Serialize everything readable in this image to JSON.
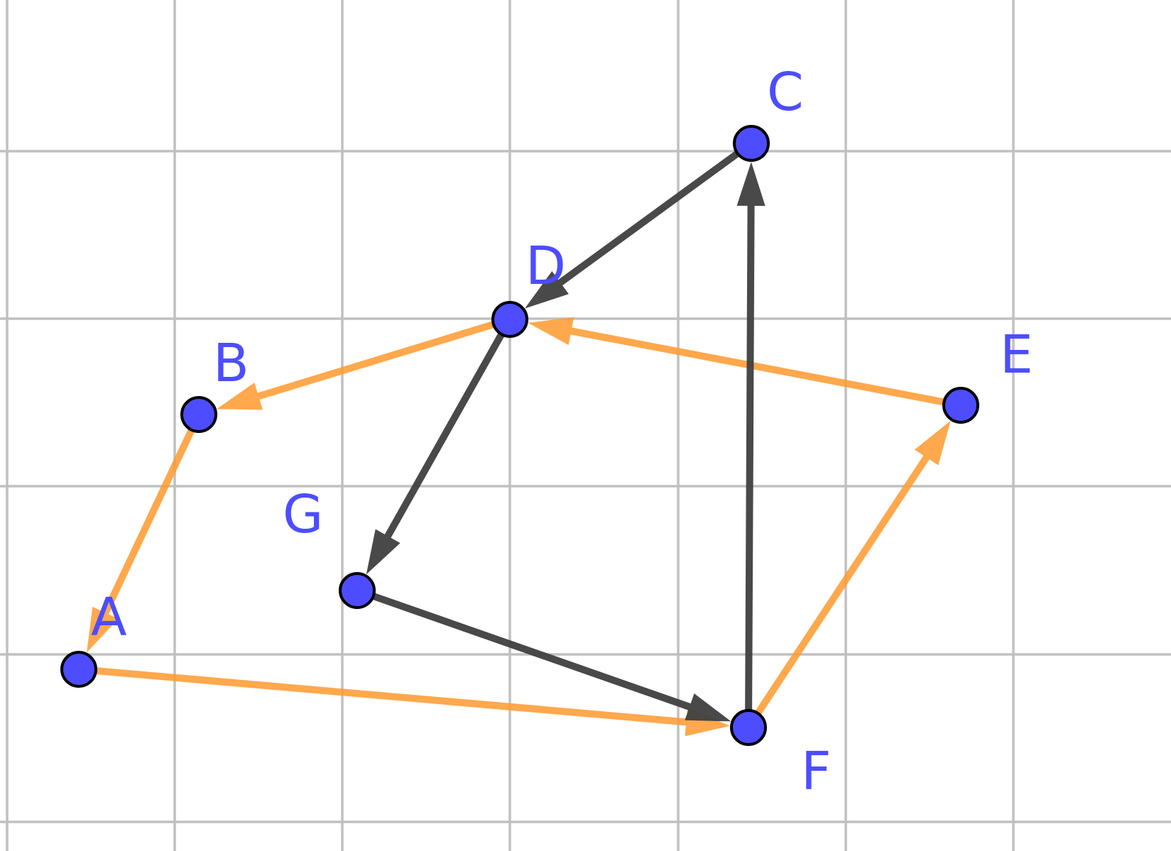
{
  "colors": {
    "point_fill": "#4d4dff",
    "label": "#4d4dff",
    "edge_orange": "#ff9a2e",
    "edge_dark": "#404040",
    "grid": "#c0c0c0",
    "background": "#ffffff"
  },
  "diagram": {
    "type": "directed-graph",
    "grid": true,
    "nodes": [
      {
        "id": "A",
        "label": "A"
      },
      {
        "id": "B",
        "label": "B"
      },
      {
        "id": "C",
        "label": "C"
      },
      {
        "id": "D",
        "label": "D"
      },
      {
        "id": "E",
        "label": "E"
      },
      {
        "id": "F",
        "label": "F"
      },
      {
        "id": "G",
        "label": "G"
      }
    ],
    "edges": [
      {
        "from": "D",
        "to": "B",
        "color": "orange"
      },
      {
        "from": "B",
        "to": "A",
        "color": "orange"
      },
      {
        "from": "A",
        "to": "F",
        "color": "orange"
      },
      {
        "from": "F",
        "to": "E",
        "color": "orange"
      },
      {
        "from": "E",
        "to": "D",
        "color": "orange"
      },
      {
        "from": "C",
        "to": "D",
        "color": "dark"
      },
      {
        "from": "D",
        "to": "G",
        "color": "dark"
      },
      {
        "from": "G",
        "to": "F",
        "color": "dark"
      },
      {
        "from": "F",
        "to": "C",
        "color": "dark"
      }
    ]
  }
}
